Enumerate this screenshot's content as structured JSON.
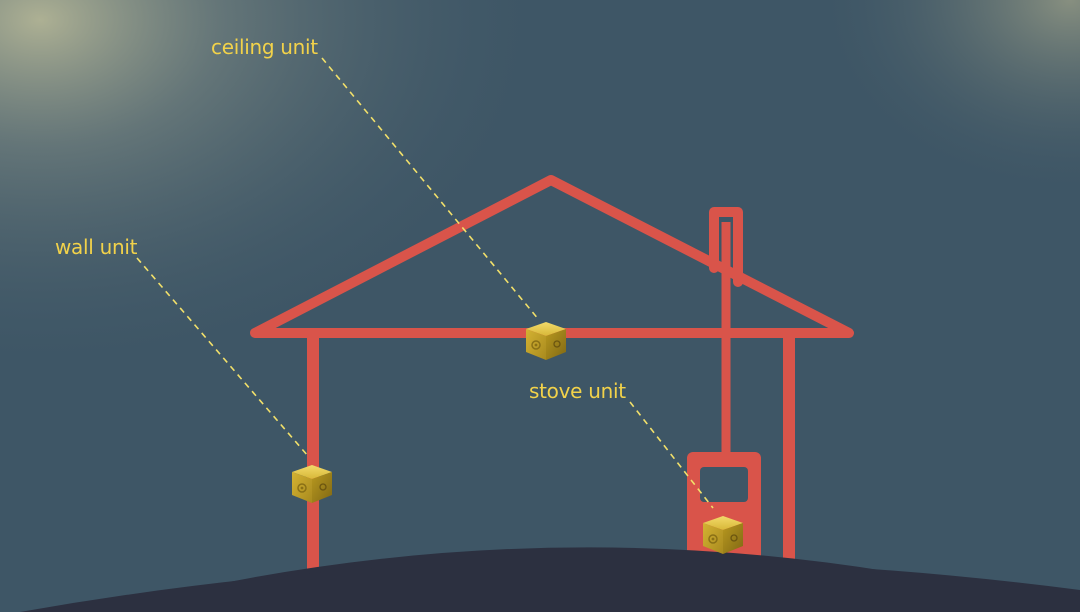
{
  "colors": {
    "background": "#3e5666",
    "house": "#d9544a",
    "ground": "#2c3040",
    "label_text": "#f2d24a",
    "leader_line": "#f2e06a",
    "device": "#c8a82a"
  },
  "labels": {
    "ceiling": "ceiling unit",
    "wall": "wall unit",
    "stove": "stove unit"
  },
  "devices": [
    {
      "name": "ceiling-unit",
      "icon": "gold-cube-icon"
    },
    {
      "name": "wall-unit",
      "icon": "gold-cube-icon"
    },
    {
      "name": "stove-unit",
      "icon": "gold-cube-icon"
    }
  ]
}
